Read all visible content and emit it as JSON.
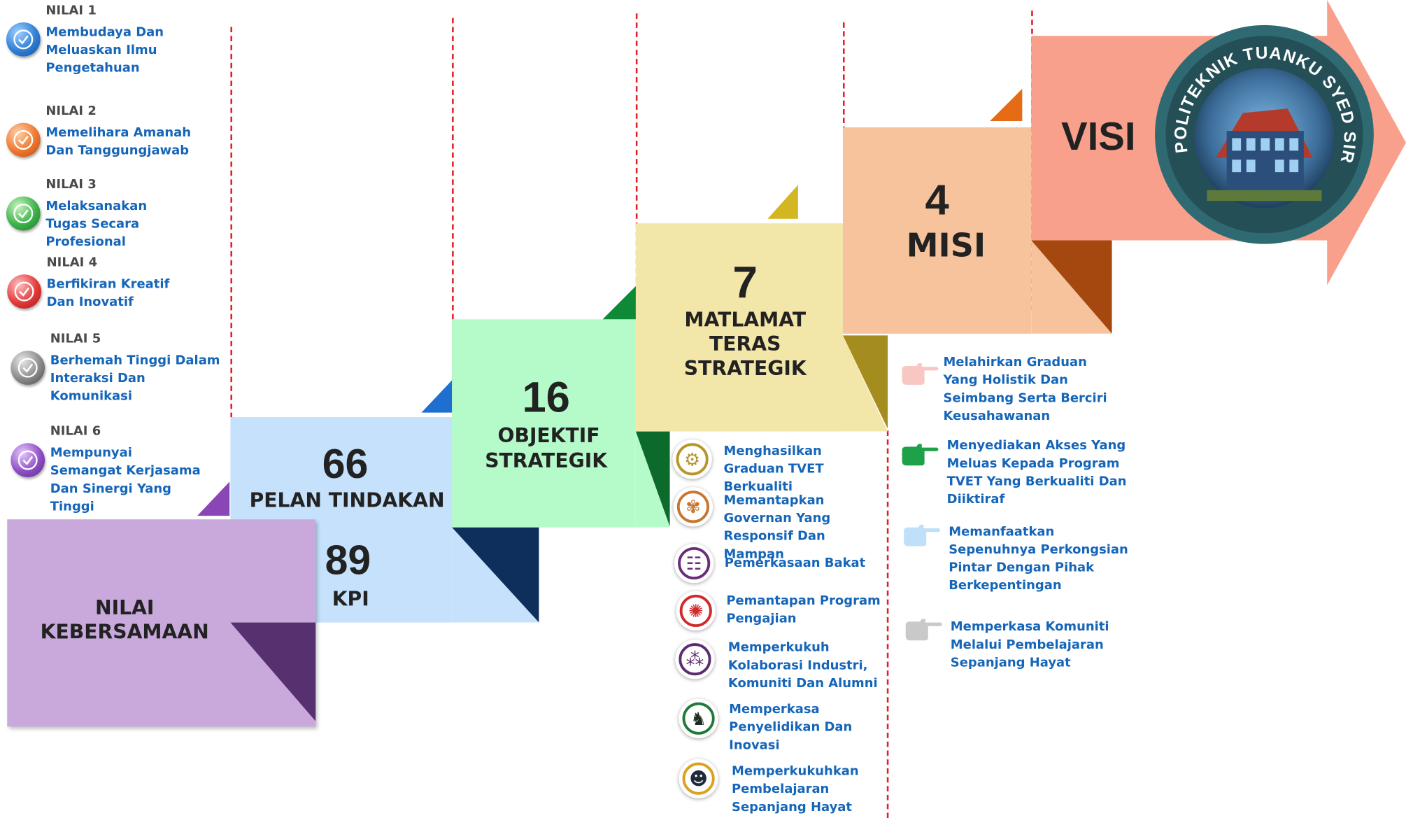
{
  "nilai": [
    {
      "head": "NILAI 1",
      "text": "Membudaya Dan Meluaskan Ilmu Pengetahuan",
      "color": "#2f7fd6"
    },
    {
      "head": "NILAI 2",
      "text": "Memelihara Amanah Dan Tanggungjawab",
      "color": "#f0772e"
    },
    {
      "head": "NILAI 3",
      "text": "Melaksanakan Tugas Secara Profesional",
      "color": "#3cb24a"
    },
    {
      "head": "NILAI 4",
      "text": "Berfikiran Kreatif Dan Inovatif",
      "color": "#e23a3a"
    },
    {
      "head": "NILAI 5",
      "text": "Berhemah Tinggi Dalam Interaksi Dan Komunikasi",
      "color": "#6e6e6e"
    },
    {
      "head": "NILAI 6",
      "text": "Mempunyai Semangat Kerjasama Dan Sinergi Yang Tinggi",
      "color": "#8e4fc4"
    }
  ],
  "blocks": {
    "nilai_kebersamaan": {
      "line1": "NILAI",
      "line2": "KEBERSAMAAN",
      "color": "#c9a9dc",
      "fold": "#57306f"
    },
    "pelan": {
      "number": "66",
      "label": "PELAN TINDAKAN",
      "number2": "89",
      "label2": "KPI",
      "color": "#c5e1fb",
      "fold": "#0e2f5c"
    },
    "objektif": {
      "number": "16",
      "line1": "OBJEKTIF",
      "line2": "STRATEGIK",
      "color": "#b5fbc9",
      "fold": "#0b6a2c"
    },
    "matlamat": {
      "number": "7",
      "line1": "MATLAMAT",
      "line2": "TERAS",
      "line3": "STRATEGIK",
      "color": "#f3e6a9",
      "fold": "#a58c1e"
    },
    "misi": {
      "number": "4",
      "label": "MISI",
      "color": "#f7c39c",
      "fold": "#a5480f"
    },
    "visi": {
      "label": "VISI",
      "color": "#f9a08c"
    }
  },
  "logo": {
    "text": "POLITEKNIK TUANKU SYED SIRAJUDDIN"
  },
  "matlamat_items": [
    {
      "text": "Menghasilkan Graduan TVET Berkualiti",
      "icon": "gears-hand-icon",
      "ring": "#b8952a"
    },
    {
      "text": "Memantapkan Governan Yang Responsif Dan Mampan",
      "icon": "brain-icon",
      "ring": "#c9752e"
    },
    {
      "text": "Pemerkasaan Bakat",
      "icon": "team-icon",
      "ring": "#6a2d7a"
    },
    {
      "text": "Pemantapan Program Pengajian",
      "icon": "bulb-gear-icon",
      "ring": "#d12a2a"
    },
    {
      "text": "Memperkukuh Kolaborasi Industri, Komuniti Dan Alumni",
      "icon": "network-icon",
      "ring": "#5c2d6e"
    },
    {
      "text": "Memperkasa Penyelidikan Dan Inovasi",
      "icon": "horse-gear-icon",
      "ring": "#1f7a3a"
    },
    {
      "text": "Memperkukuhkan Pembelajaran Sepanjang Hayat",
      "icon": "head-gear-icon",
      "ring": "#d9a11e"
    }
  ],
  "misi_items": [
    {
      "text": "Melahirkan Graduan Yang Holistik Dan Seimbang Serta Berciri Keusahawanan",
      "icon": "pointing-hand-icon",
      "color": "#f8c7c2"
    },
    {
      "text": "Menyediakan Akses Yang Meluas Kepada Program TVET Yang Berkualiti Dan Diiktiraf",
      "icon": "pointing-hand-icon",
      "color": "#1da24a"
    },
    {
      "text": "Memanfaatkan Sepenuhnya Perkongsian Pintar Dengan Pihak Berkepentingan",
      "icon": "pointing-hand-icon",
      "color": "#bfe0f8"
    },
    {
      "text": "Memperkasa Komuniti Melalui Pembelajaran Sepanjang Hayat",
      "icon": "pointing-hand-icon",
      "color": "#c9c9c9"
    }
  ]
}
